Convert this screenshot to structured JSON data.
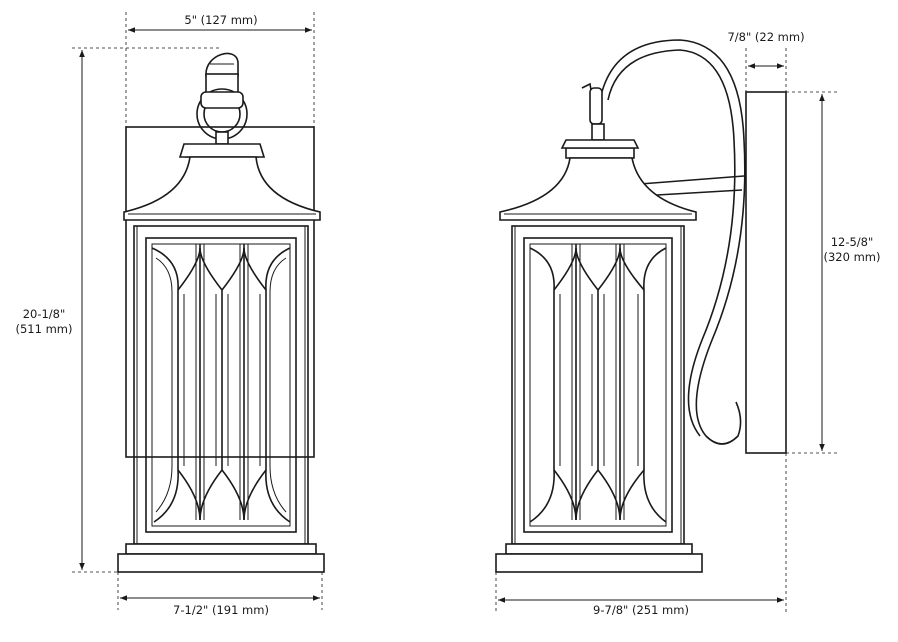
{
  "dimensions": {
    "top_width": "5\" (127 mm)",
    "height_in": "20-1/8\"",
    "height_mm": "(511 mm)",
    "base_width": "7-1/2\" (191 mm)",
    "backplate_depth": "7/8\" (22 mm)",
    "backplate_height_in": "12-5/8\"",
    "backplate_height_mm": "(320 mm)",
    "projection": "9-7/8\" (251 mm)"
  }
}
